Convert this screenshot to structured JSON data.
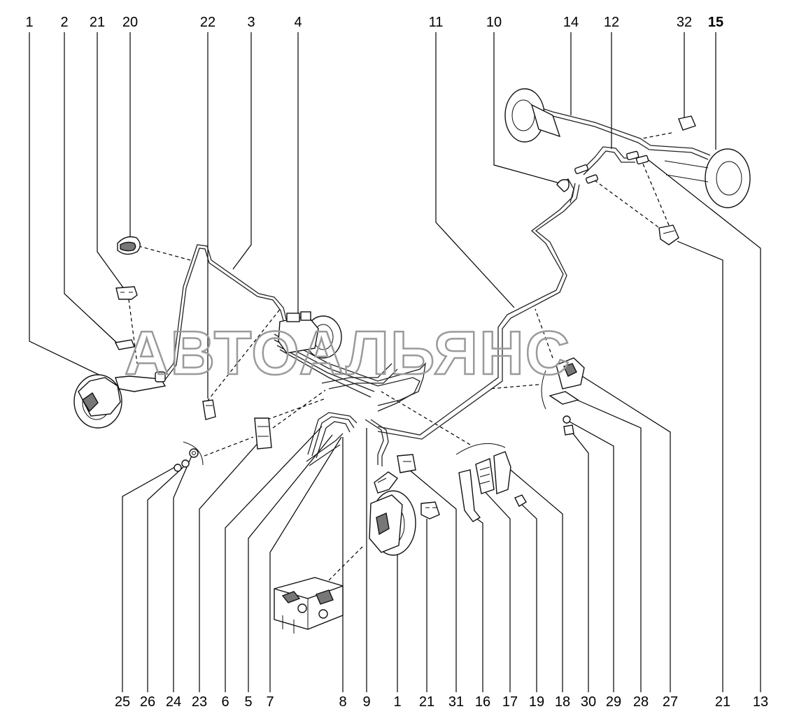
{
  "watermark": "АВТОАЛЬЯНС",
  "callouts_top": [
    "1",
    "2",
    "21",
    "20",
    "22",
    "3",
    "4",
    "11",
    "10",
    "14",
    "12",
    "32",
    "15"
  ],
  "callouts_bottom": [
    "25",
    "26",
    "24",
    "23",
    "6",
    "5",
    "7",
    "8",
    "9",
    "1",
    "21",
    "31",
    "16",
    "17",
    "19",
    "18",
    "30",
    "29",
    "28",
    "27",
    "21",
    "13"
  ],
  "bold_callouts": [
    "15"
  ]
}
